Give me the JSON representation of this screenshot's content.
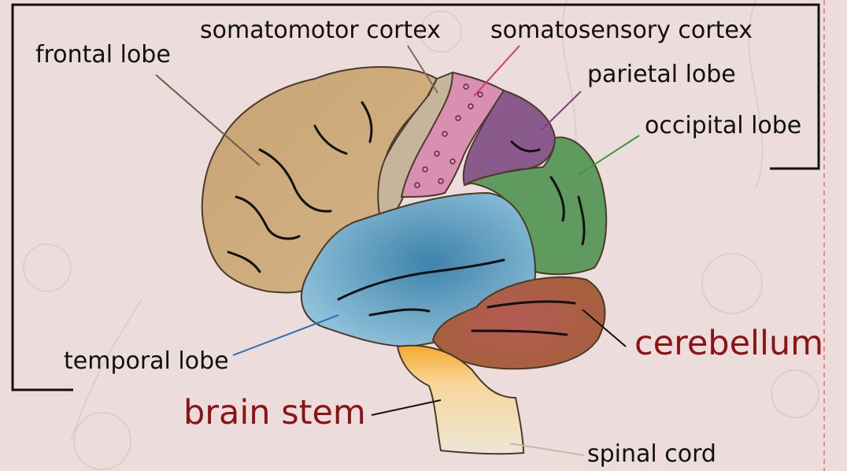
{
  "labels": {
    "frontal_lobe": "frontal lobe",
    "somatomotor_cortex": "somatomotor cortex",
    "somatosensory_cortex": "somatosensory cortex",
    "parietal_lobe": "parietal lobe",
    "occipital_lobe": "occipital lobe",
    "temporal_lobe": "temporal lobe",
    "cerebellum": "cerebellum",
    "brain_stem": "brain stem",
    "spinal_cord": "spinal cord"
  },
  "colors": {
    "background": "#ecdcdb",
    "frontal": "#c9a676",
    "somatomotor": "#c5b39a",
    "somatosensory": "#d98fb0",
    "parietal": "#8b5a8c",
    "occipital": "#5f9a5f",
    "temporal": "#5d9bbd",
    "cerebellum": "#b0594a",
    "brain_stem_top": "#f6aa3a",
    "spinal_cord": "#efe0c4",
    "highlight_text": "#8b1313"
  }
}
